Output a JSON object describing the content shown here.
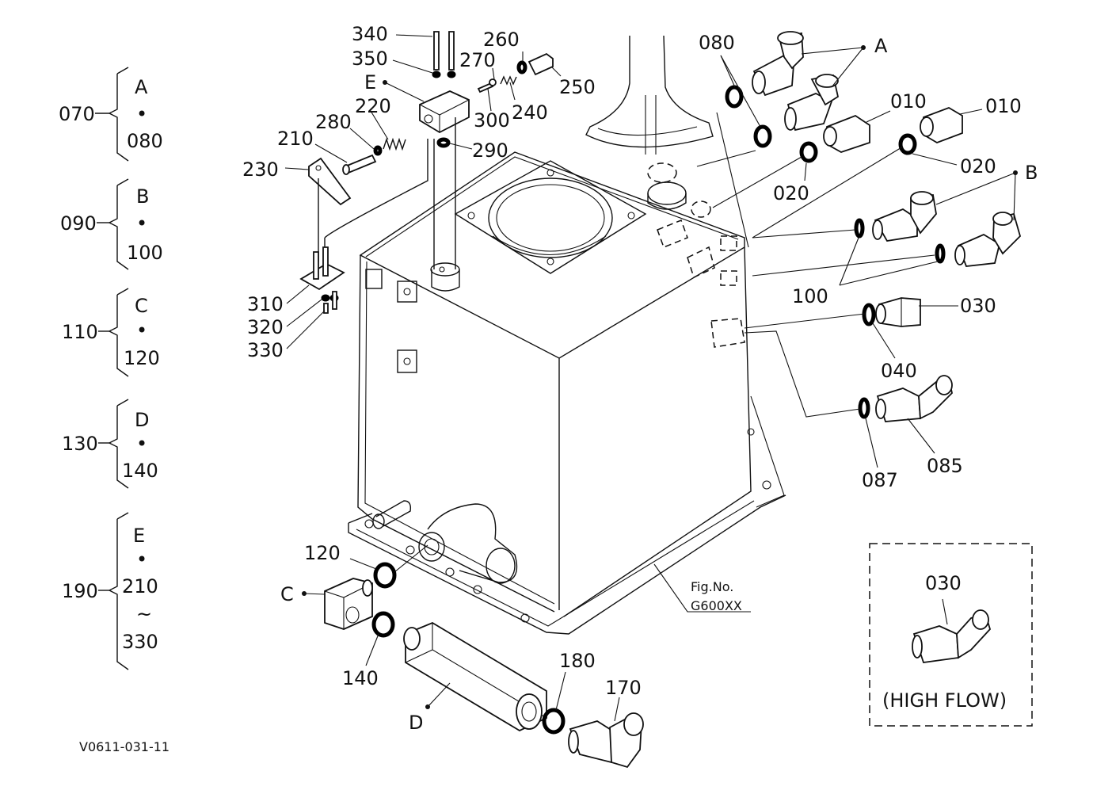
{
  "labels": {
    "p340": "340",
    "p350": "350",
    "p270": "270",
    "p260": "260",
    "p250": "250",
    "pE_top": "E",
    "p240": "240",
    "p300": "300",
    "p220": "220",
    "p280": "280",
    "p210": "210",
    "p290": "290",
    "p230": "230",
    "p310": "310",
    "p320": "320",
    "p330": "330",
    "p080": "080",
    "pA_top": "A",
    "p010a": "010",
    "p010b": "010",
    "p020a": "020",
    "p020b": "020",
    "pB_top": "B",
    "p100": "100",
    "p030": "030",
    "p040": "040",
    "p087": "087",
    "p085": "085",
    "p120": "120",
    "pC": "C",
    "p140": "140",
    "p180": "180",
    "p170": "170",
    "pD": "D",
    "fig_line1": "Fig.No.",
    "fig_line2": "G600XX",
    "high_flow_part": "030",
    "high_flow_caption": "(HIGH FLOW)",
    "footer_code": "V0611-031-11"
  },
  "legend": [
    {
      "group": "070",
      "top": "A",
      "mid": "•",
      "bottom": "080"
    },
    {
      "group": "090",
      "top": "B",
      "mid": "•",
      "bottom": "100"
    },
    {
      "group": "110",
      "top": "C",
      "mid": "•",
      "bottom": "120"
    },
    {
      "group": "130",
      "top": "D",
      "mid": "•",
      "bottom": "140"
    },
    {
      "group": "190",
      "top": "E",
      "mid": "•",
      "bottom": "210",
      "tilde": "~",
      "last": "330"
    }
  ]
}
